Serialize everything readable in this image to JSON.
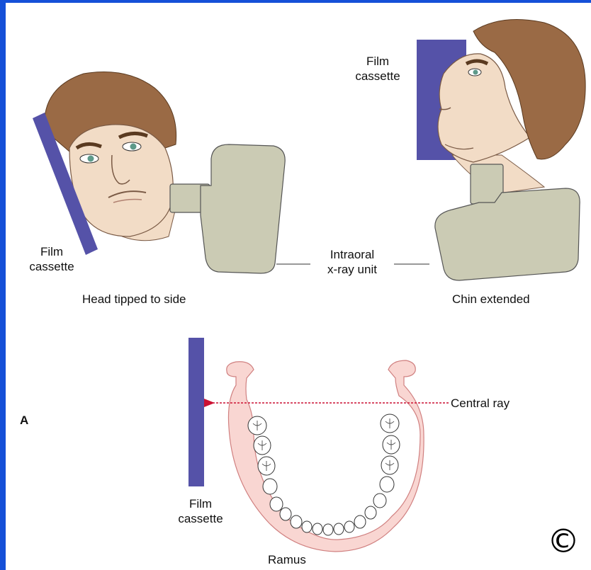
{
  "labels": {
    "film_cassette_top": [
      "Film",
      "cassette"
    ],
    "film_cassette_left": [
      "Film",
      "cassette"
    ],
    "film_cassette_bottom": [
      "Film",
      "cassette"
    ],
    "intraoral_unit": [
      "Intraoral",
      "x-ray unit"
    ],
    "head_tipped": "Head tipped to side",
    "chin_extended": "Chin extended",
    "central_ray": "Central ray",
    "panel_letter": "A",
    "ramus": "Ramus",
    "copyright": "©"
  },
  "colors": {
    "background_border": "#1550d8",
    "film": "#5552a8",
    "xray_unit": "#cbcbb4",
    "jaw": "#f9d6d2",
    "central_ray": "#cc1133",
    "hair": "#9a6a45",
    "skin": "#f2dcc6"
  }
}
